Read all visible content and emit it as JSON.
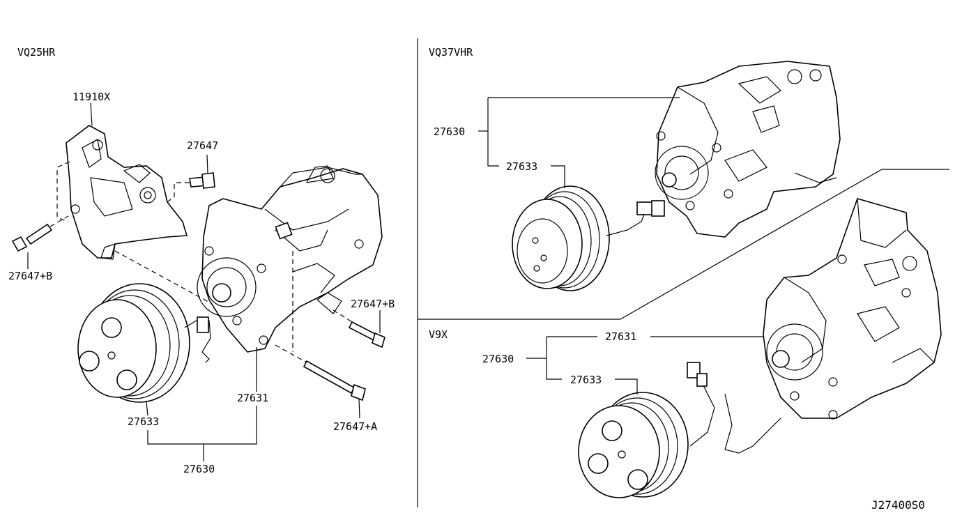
{
  "sections": {
    "left_engine": "VQ25HR",
    "top_right_engine": "VQ37VHR",
    "bottom_right_engine": "V9X"
  },
  "left_labels": {
    "bracket": "11910X",
    "bolt_top": "27647",
    "bolt_left": "27647+B",
    "bolt_right_b": "27647+B",
    "bolt_right_a": "27647+A",
    "compressor": "27631",
    "clutch": "27633",
    "assembly": "27630"
  },
  "top_right_labels": {
    "assembly": "27630",
    "clutch": "27633"
  },
  "bottom_right_labels": {
    "compressor": "27631",
    "assembly": "27630",
    "clutch": "27633"
  },
  "figure_code": "J27400S0"
}
